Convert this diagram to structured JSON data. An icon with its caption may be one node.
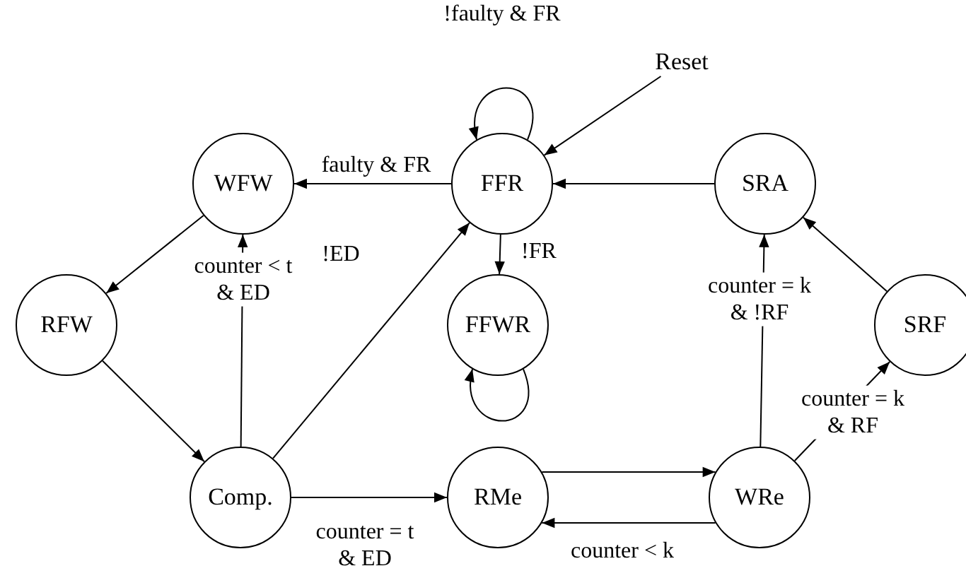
{
  "diagram": {
    "nodes": [
      {
        "text": [
          "WFW"
        ]
      },
      {
        "text": [
          "FFR"
        ]
      },
      {
        "text": [
          "SRA"
        ]
      },
      {
        "text": [
          "RFW"
        ]
      },
      {
        "text": [
          "FFWR"
        ]
      },
      {
        "text": [
          "SRF"
        ]
      },
      {
        "text": [
          "Comp."
        ]
      },
      {
        "text": [
          "RMe"
        ]
      },
      {
        "text": [
          "WRe"
        ]
      },
      {
        "text": [
          "Reset"
        ]
      }
    ],
    "edges": [
      {
        "from": 1,
        "to": 0,
        "arrow": "to",
        "label": "faulty & FR"
      },
      {
        "from": 1,
        "to": 1,
        "arrow": "to",
        "label": "!faulty & FR"
      },
      {
        "from": 9,
        "to": 1,
        "arrow": "to"
      },
      {
        "from": 2,
        "to": 1,
        "arrow": "to"
      },
      {
        "from": 1,
        "to": 4,
        "arrow": "to",
        "label": "!FR"
      },
      {
        "from": 4,
        "to": 4,
        "arrow": "to"
      },
      {
        "from": 0,
        "to": 3,
        "arrow": "to"
      },
      {
        "from": 3,
        "to": 6,
        "arrow": "to"
      },
      {
        "from": 6,
        "to": 0,
        "arrow": "to",
        "label": "counter < t & ED"
      },
      {
        "from": 6,
        "to": 1,
        "arrow": "to",
        "label": "!ED"
      },
      {
        "from": 6,
        "to": 7,
        "arrow": "to",
        "label": "counter = t & ED"
      },
      {
        "from": 7,
        "to": 8,
        "arrow": "to"
      },
      {
        "from": 8,
        "to": 7,
        "arrow": "to",
        "label": "counter < k"
      },
      {
        "from": 8,
        "to": 2,
        "arrow": "to",
        "label": "counter = k & !RF"
      },
      {
        "from": 8,
        "to": 5,
        "arrow": "to",
        "label": "counter = k & RF"
      },
      {
        "from": 5,
        "to": 2,
        "arrow": "to"
      }
    ]
  }
}
